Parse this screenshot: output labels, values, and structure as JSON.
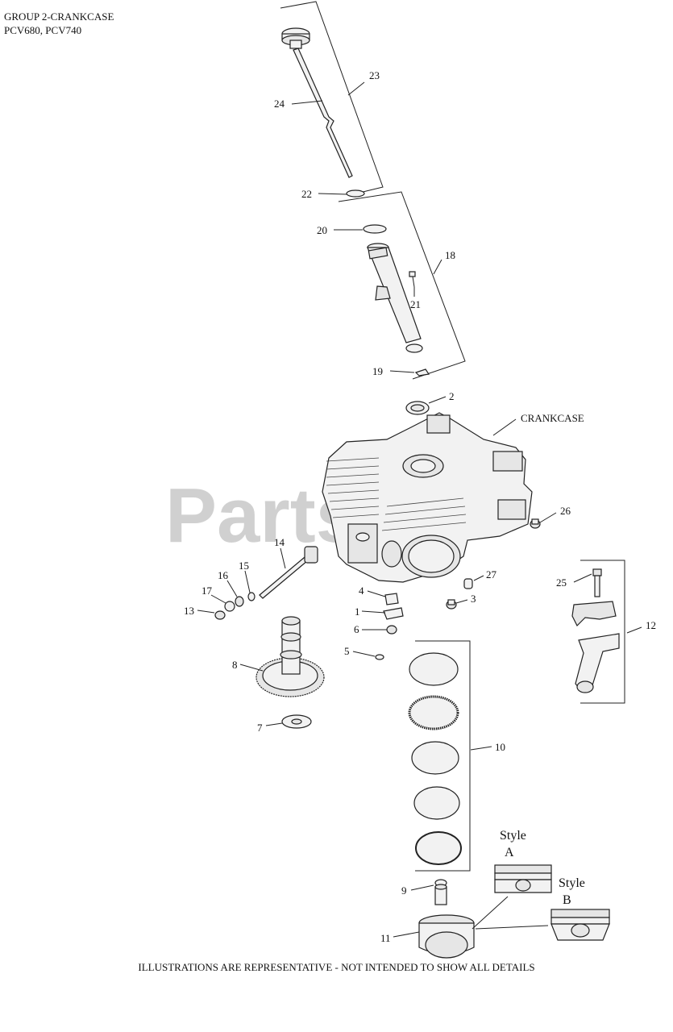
{
  "header": {
    "line1": "GROUP 2-CRANKCASE",
    "line2": "PCV680, PCV740"
  },
  "watermark": "Parts",
  "footer": "ILLUSTRATIONS ARE REPRESENTATIVE - NOT INTENDED TO SHOW ALL DETAILS",
  "labels": {
    "crankcase": "CRANKCASE",
    "style_a_word": "Style",
    "style_a_letter": "A",
    "style_b_word": "Style",
    "style_b_letter": "B"
  },
  "callouts": [
    "1",
    "2",
    "3",
    "4",
    "5",
    "6",
    "7",
    "8",
    "9",
    "10",
    "11",
    "12",
    "13",
    "14",
    "15",
    "16",
    "17",
    "18",
    "19",
    "20",
    "21",
    "22",
    "23",
    "24",
    "25",
    "26",
    "27"
  ]
}
